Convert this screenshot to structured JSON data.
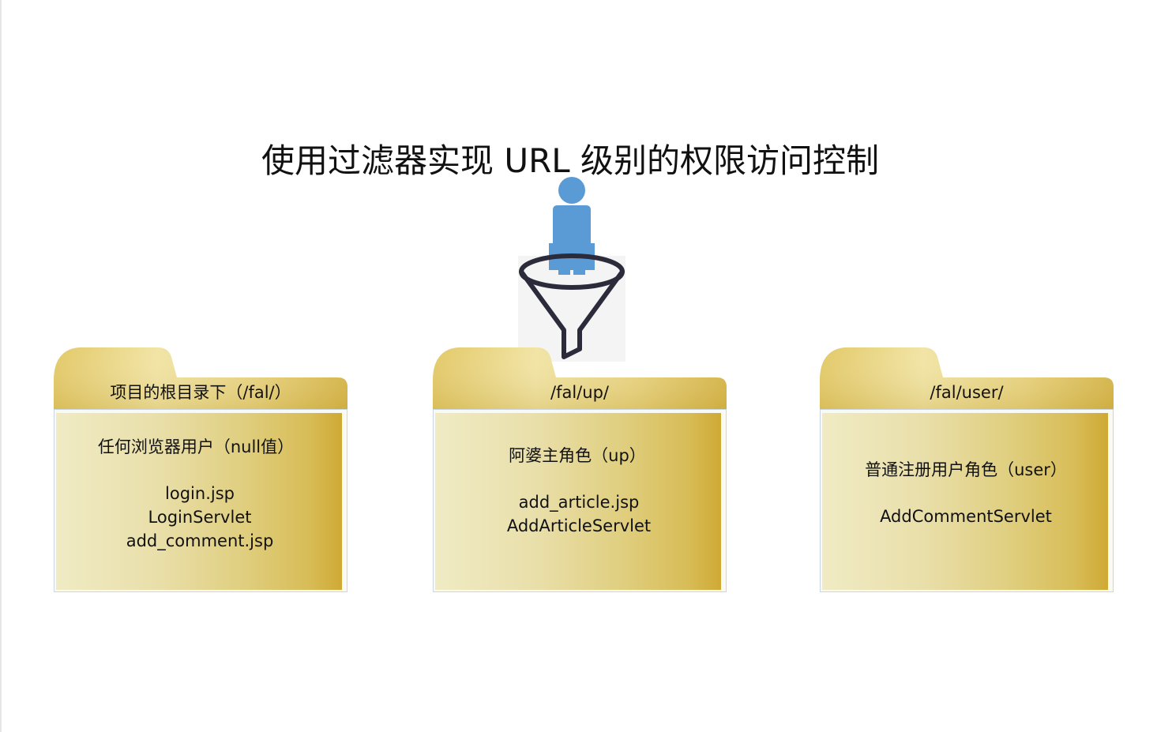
{
  "title": "使用过滤器实现 URL 级别的权限访问控制",
  "colors": {
    "person": "#5b9bd5",
    "funnel_stroke": "#2b2b3b",
    "folder_tab_light": "#f1e4a4",
    "folder_tab_dark": "#cfa934"
  },
  "icons": {
    "person": "person-icon",
    "funnel": "funnel-icon",
    "folder": "folder-icon"
  },
  "folders": [
    {
      "label": "项目的根目录下（/fal/）",
      "role": "任何浏览器用户（null值）",
      "files": [
        "login.jsp",
        "LoginServlet",
        "add_comment.jsp"
      ]
    },
    {
      "label": "/fal/up/",
      "role": "阿婆主角色（up）",
      "files": [
        "add_article.jsp",
        "AddArticleServlet"
      ]
    },
    {
      "label": "/fal/user/",
      "role": "普通注册用户角色（user）",
      "files": [
        "AddCommentServlet"
      ]
    }
  ]
}
